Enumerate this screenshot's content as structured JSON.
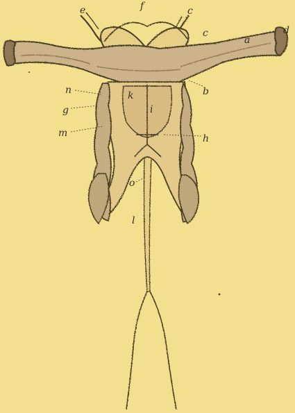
{
  "figure": {
    "background": "#f3e08f",
    "ink": "#4a3d24",
    "shade": "#b9a27a",
    "labels": {
      "a": "a",
      "b": "b",
      "c_upper": "c",
      "c_lower": "c",
      "d": "d",
      "e": "e",
      "f": "f",
      "g": "g",
      "h": "h",
      "i": "i",
      "k": "k",
      "l": "l",
      "m": "m",
      "n": "n",
      "o": "o"
    }
  }
}
